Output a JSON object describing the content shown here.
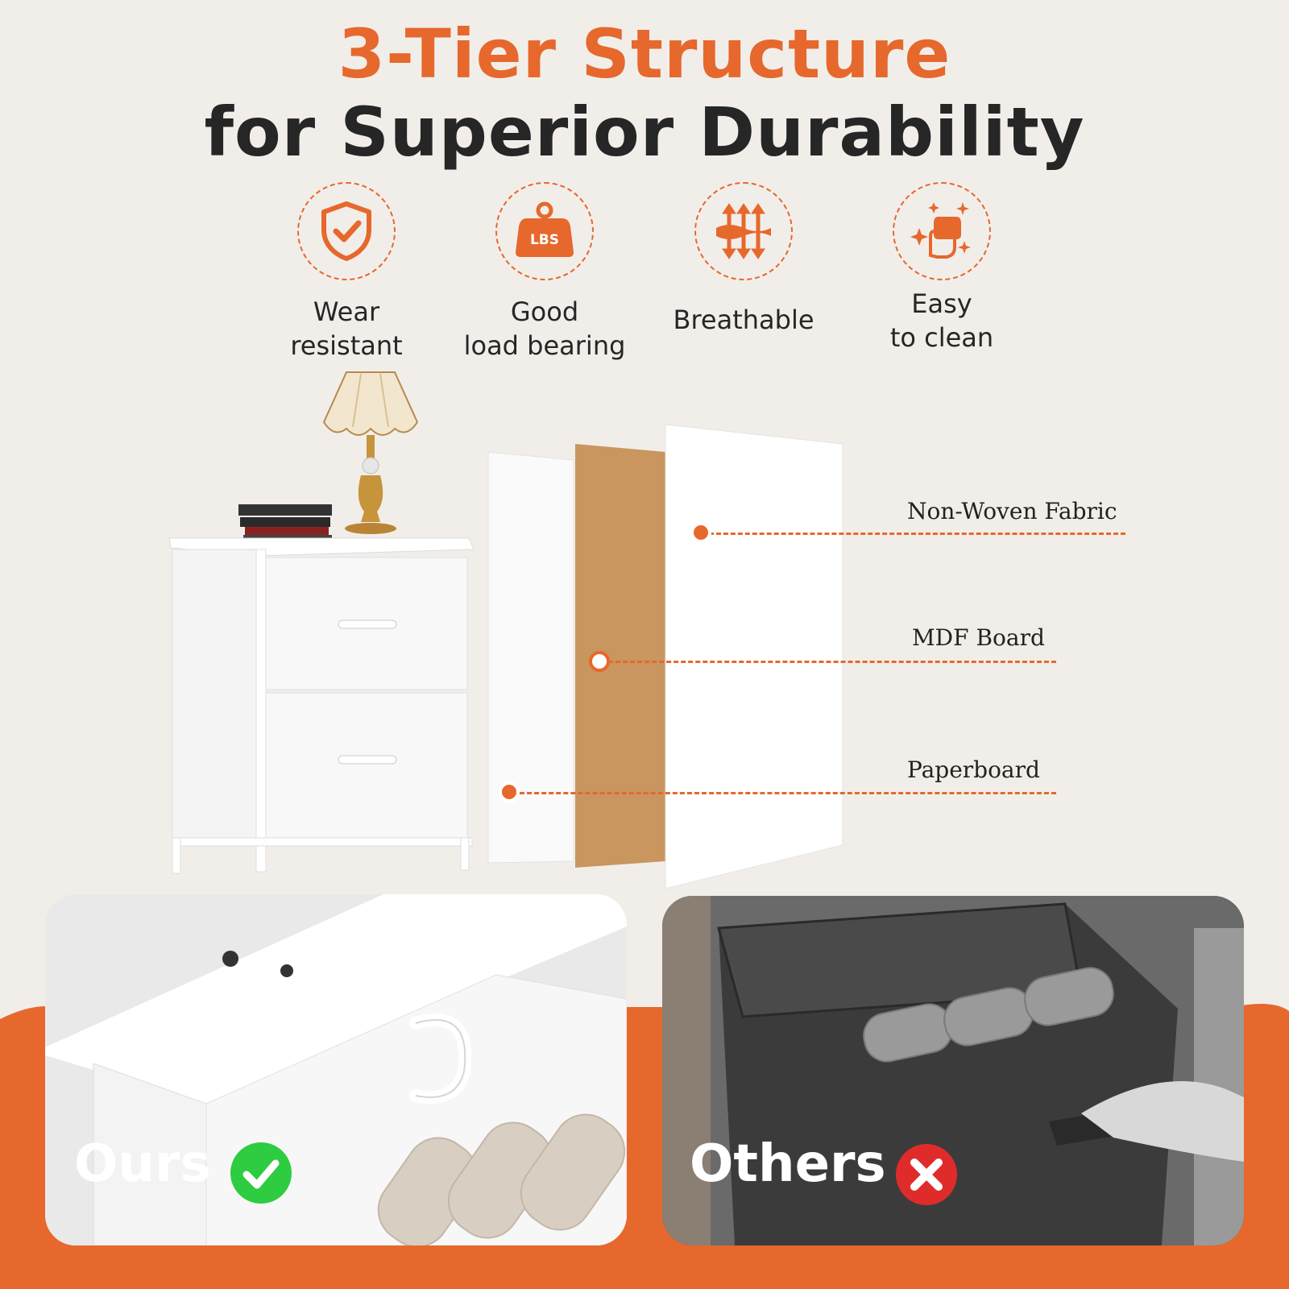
{
  "header": {
    "title_line1": "3-Tier Structure",
    "title_line2": "for Superior Durability"
  },
  "features": [
    {
      "icon": "shield-check-icon",
      "label_line1": "Wear",
      "label_line2": "resistant"
    },
    {
      "icon": "weight-lbs-icon",
      "badge": "LBS",
      "label_line1": "Good",
      "label_line2": "load bearing"
    },
    {
      "icon": "airflow-arrows-icon",
      "label_line1": "Breathable",
      "label_line2": ""
    },
    {
      "icon": "sparkle-hand-icon",
      "label_line1": "Easy",
      "label_line2": "to clean"
    }
  ],
  "layers": [
    {
      "label": "Non-Woven Fabric"
    },
    {
      "label": "MDF Board"
    },
    {
      "label": "Paperboard"
    }
  ],
  "comparison": {
    "ours_label": "Ours",
    "others_label": "Others"
  },
  "colors": {
    "accent": "#e6682c",
    "title_dark": "#262626",
    "background": "#f1eeea",
    "check_green": "#2ecc40",
    "cross_red": "#e02b2b"
  }
}
